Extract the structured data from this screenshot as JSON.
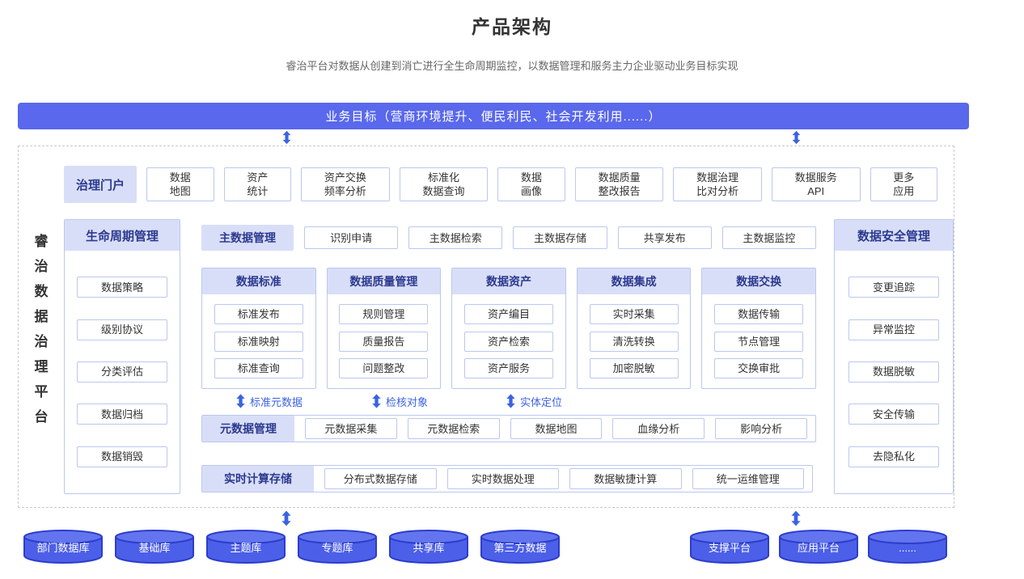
{
  "page": {
    "title": "产品架构",
    "subtitle": "睿治平台对数据从创建到消亡进行全生命周期监控，以数据管理和服务主力企业驱动业务目标实现"
  },
  "banner": {
    "label": "业务目标（营商环境提升、便民利民、社会开发利用......）"
  },
  "platform": {
    "vertical_label": "睿治数据治理平台"
  },
  "portal": {
    "header": "治理门户",
    "items": [
      "数据\n地图",
      "资产\n统计",
      "资产交换\n频率分析",
      "标准化\n数据查询",
      "数据\n画像",
      "数据质量\n整改报告",
      "数据治理\n比对分析",
      "数据服务\nAPI",
      "更多\n应用"
    ]
  },
  "lifecycle": {
    "header": "生命周期管理",
    "items": [
      "数据策略",
      "级别协议",
      "分类评估",
      "数据归档",
      "数据销毁"
    ]
  },
  "master_data": {
    "header": "主数据管理",
    "items": [
      "识别申请",
      "主数据检索",
      "主数据存储",
      "共享发布",
      "主数据监控"
    ]
  },
  "columns": [
    {
      "header": "数据标准",
      "items": [
        "标准发布",
        "标准映射",
        "标准查询"
      ]
    },
    {
      "header": "数据质量管理",
      "items": [
        "规则管理",
        "质量报告",
        "问题整改"
      ]
    },
    {
      "header": "数据资产",
      "items": [
        "资产编目",
        "资产检索",
        "资产服务"
      ]
    },
    {
      "header": "数据集成",
      "items": [
        "实时采集",
        "清洗转换",
        "加密脱敏"
      ]
    },
    {
      "header": "数据交换",
      "items": [
        "数据传输",
        "节点管理",
        "交换审批"
      ]
    }
  ],
  "arrow_labels": [
    "标准元数据",
    "检核对象",
    "实体定位"
  ],
  "metadata": {
    "header": "元数据管理",
    "items": [
      "元数据采集",
      "元数据检索",
      "数据地图",
      "血缘分析",
      "影响分析"
    ]
  },
  "realtime": {
    "header": "实时计算存储",
    "items": [
      "分布式数据存储",
      "实时数据处理",
      "数据敏捷计算",
      "统一运维管理"
    ]
  },
  "security": {
    "header": "数据安全管理",
    "items": [
      "变更追踪",
      "异常监控",
      "数据脱敏",
      "安全传输",
      "去隐私化"
    ]
  },
  "databases": [
    "部门数据库",
    "基础库",
    "主题库",
    "专题库",
    "共享库",
    "第三方数据"
  ],
  "platforms": [
    "支撑平台",
    "应用平台",
    "......"
  ],
  "colors": {
    "accent": "#5968ec",
    "header_bg": "#d9def8",
    "header_text": "#2c3a8f",
    "box_border": "#bcc7ef",
    "arrow": "#3b62e2",
    "cylinder": "#4c5fe8",
    "cylinder_top": "#6274ee",
    "cylinder_border": "#2c3dcb"
  }
}
